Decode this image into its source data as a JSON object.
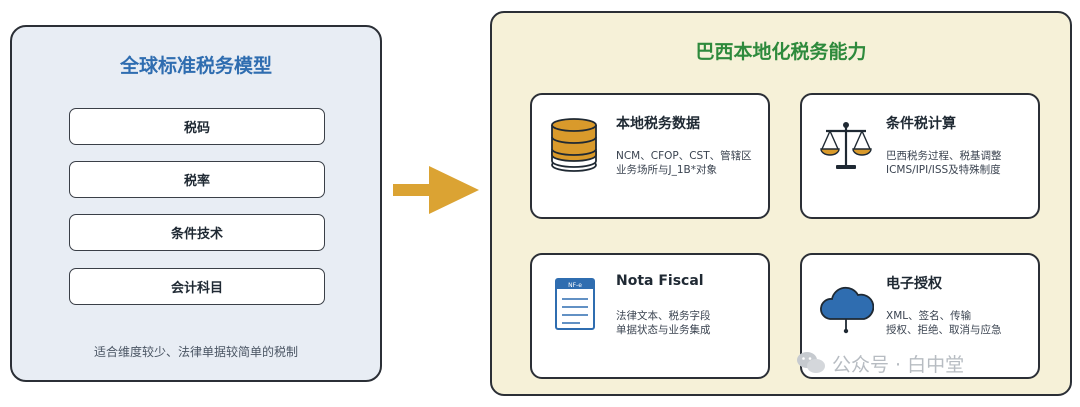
{
  "left_panel": {
    "title": "全球标准税务模型",
    "items": [
      "税码",
      "税率",
      "条件技术",
      "会计科目"
    ],
    "caption": "适合维度较少、法律单据较简单的税制"
  },
  "right_panel": {
    "title": "巴西本地化税务能力",
    "cards": [
      {
        "title": "本地税务数据",
        "lines": [
          "NCM、CFOP、CST、管辖区",
          "业务场所与J_1B*对象"
        ],
        "icon": "database-icon"
      },
      {
        "title": "条件税计算",
        "lines": [
          "巴西税务过程、税基调整",
          "ICMS/IPI/ISS及特殊制度"
        ],
        "icon": "scale-icon"
      },
      {
        "title": "Nota Fiscal",
        "lines": [
          "法律文本、税务字段",
          "单据状态与业务集成"
        ],
        "icon": "document-icon",
        "icon_label": "NF-e"
      },
      {
        "title": "电子授权",
        "lines": [
          "XML、签名、传输",
          "授权、拒绝、取消与应急"
        ],
        "icon": "cloud-icon"
      }
    ]
  },
  "watermark": {
    "text": "公众号 · 白中堂"
  },
  "colors": {
    "left_title": "#2f6db0",
    "right_title": "#2e8a3c",
    "arrow": "#dba333",
    "left_bg": "#e8edf4",
    "right_bg": "#f6f1d8",
    "icon_gold": "#d99a2b",
    "icon_blue": "#2f6db0"
  }
}
